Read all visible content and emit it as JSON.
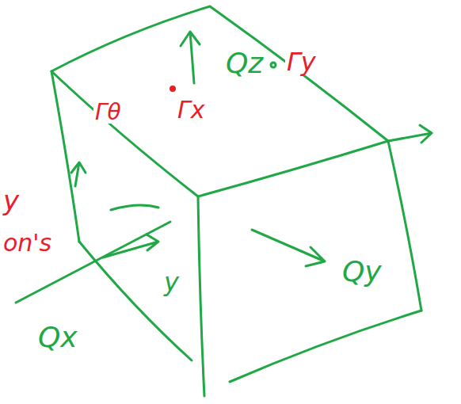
{
  "diagram": {
    "labels": [
      "Qz",
      "Γy",
      "Γx",
      "Γθ",
      "Qy",
      "Qx",
      "y",
      "on's",
      "y"
    ]
  }
}
